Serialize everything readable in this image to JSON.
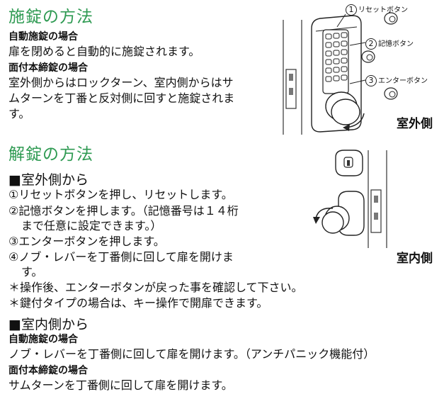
{
  "locking": {
    "title": "施錠の方法",
    "auto_heading": "自動施錠の場合",
    "auto_text": "扉を閉めると自動的に施錠されます。",
    "surface_heading": "面付本締錠の場合",
    "surface_text_1": "室外側からはロックターン、室内側からはサ",
    "surface_text_2": "ムターンを丁番と反対側に回すと施錠されま",
    "surface_text_3": "す。"
  },
  "figure_outside": {
    "label_reset": "リセットボタン",
    "label_memory": "記憶ボタン",
    "label_enter": "エンターボタン",
    "num_1": "1",
    "num_2": "2",
    "num_3": "3",
    "caption": "室外側"
  },
  "unlocking": {
    "title": "解錠の方法",
    "outside_heading": "■室外側から",
    "step1": "①リセットボタンを押し、リセットします。",
    "step2a": "②記憶ボタンを押します。（記憶番号は１４桁",
    "step2b": "まで任意に設定できます。）",
    "step3": "③エンターボタンを押します。",
    "step4a": "④ノブ・レバーを丁番側に回して扉を開けま",
    "step4b": "す。",
    "note1": "＊操作後、エンターボタンが戻った事を確認して下さい。",
    "note2": "＊鍵付タイプの場合は、キー操作で開扉できます。",
    "inside_heading": "■室内側から",
    "inside_auto_heading": "自動施錠の場合",
    "inside_auto_text": "ノブ・レバーを丁番側に回して扉を開けます。（アンチパニック機能付）",
    "inside_surface_heading": "面付本締錠の場合",
    "inside_surface_text": "サムターンを丁番側に回して扉を開けます。"
  },
  "figure_inside": {
    "caption": "室内側"
  },
  "colors": {
    "heading": "#2e9a52",
    "text": "#111111"
  }
}
